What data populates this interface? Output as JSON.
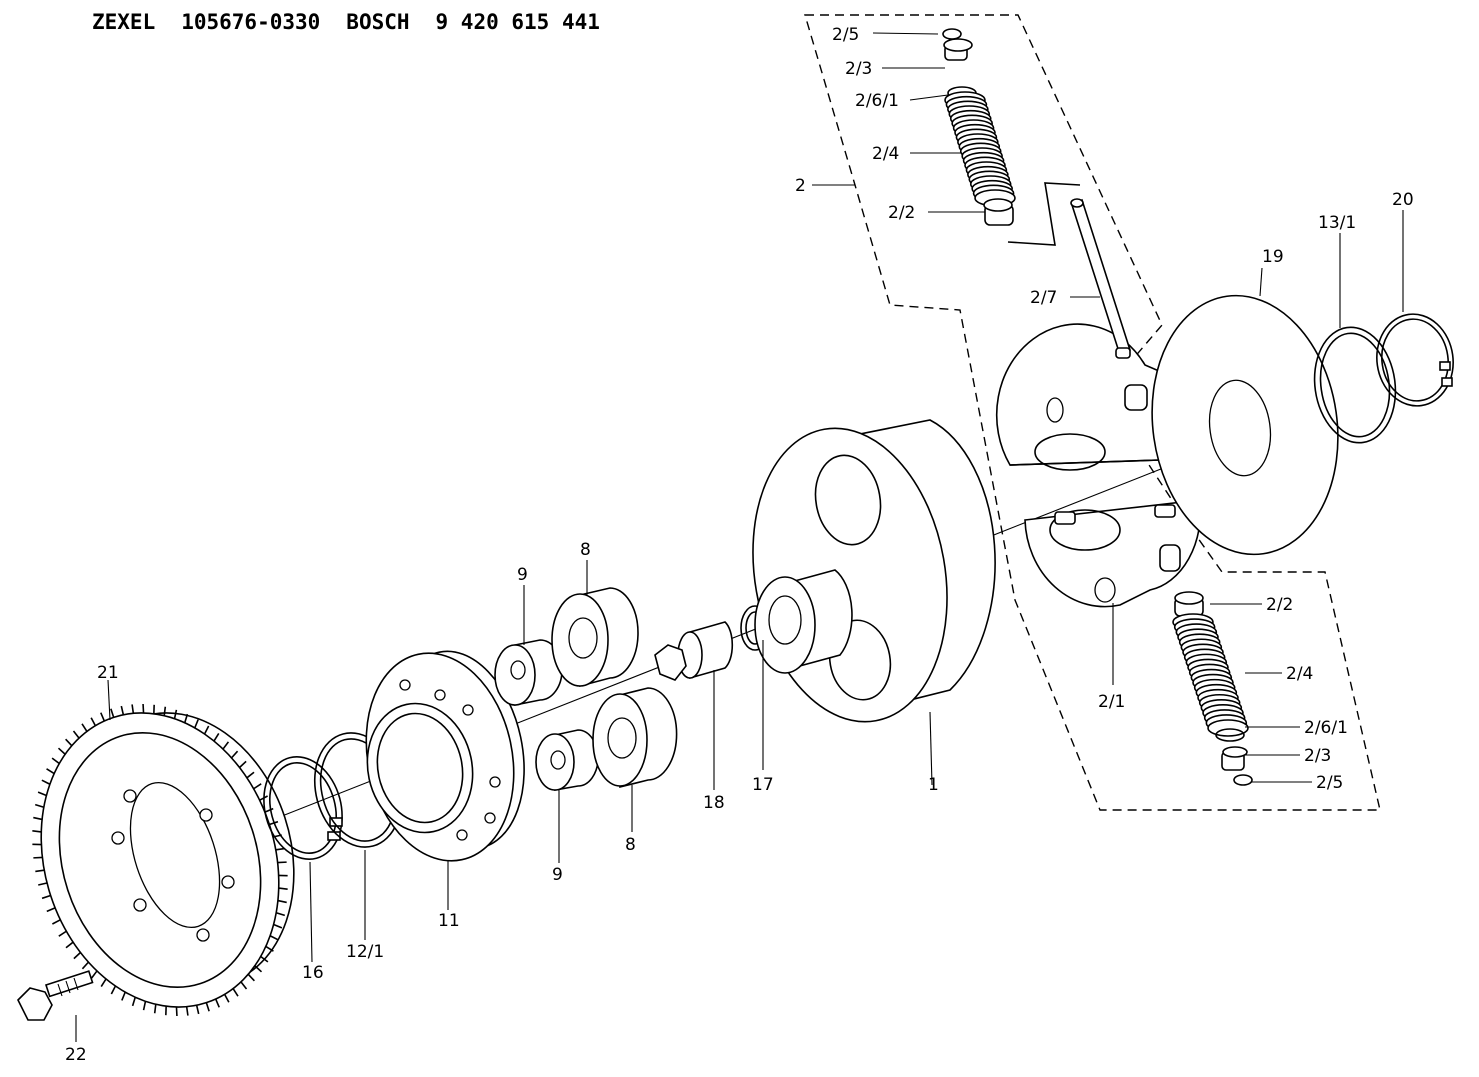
{
  "header": {
    "brand1": "ZEXEL",
    "code1": "105676-0330",
    "brand2": "BOSCH",
    "code2": "9 420 615 441"
  },
  "labels": {
    "l_2_5_top": "2/5",
    "l_2_3_top": "2/3",
    "l_2_6_1_top": "2/6/1",
    "l_2_4_top": "2/4",
    "l_2": "2",
    "l_2_2_top": "2/2",
    "l_2_7": "2/7",
    "l_19": "19",
    "l_13_1": "13/1",
    "l_20": "20",
    "l_2_2_bot": "2/2",
    "l_2_4_bot": "2/4",
    "l_2_1": "2/1",
    "l_2_6_1_bot": "2/6/1",
    "l_2_3_bot": "2/3",
    "l_2_5_bot": "2/5",
    "l_1": "1",
    "l_17": "17",
    "l_18": "18",
    "l_8_top": "8",
    "l_9_top": "9",
    "l_8_bot": "8",
    "l_9_bot": "9",
    "l_11": "11",
    "l_12_1": "12/1",
    "l_16": "16",
    "l_21": "21",
    "l_22": "22"
  }
}
